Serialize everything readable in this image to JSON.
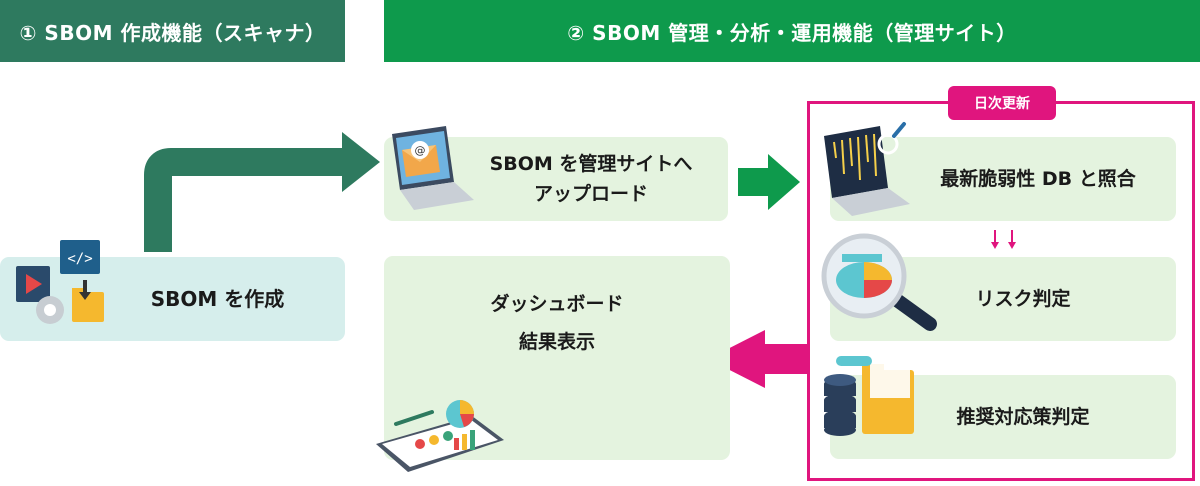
{
  "headers": {
    "left": "① SBOM 作成機能（スキャナ）",
    "right": "② SBOM 管理・分析・運用機能（管理サイト）"
  },
  "nodes": {
    "create": "SBOM を作成",
    "upload": "SBOM を管理サイトへ\nアップロード",
    "dashboard": "ダッシュボード\n結果表示",
    "match": "最新脆弱性 DB と照合",
    "risk": "リスク判定",
    "countermeasure": "推奨対応策判定"
  },
  "daily_badge": "日次更新",
  "icons": {
    "create": "code-gear-folder-icon",
    "upload": "laptop-email-icon",
    "dashboard": "tablet-chart-icon",
    "match": "laptop-code-icon",
    "risk": "magnifier-pie-chart-icon",
    "countermeasure": "database-folder-icon"
  },
  "colors": {
    "header_left": "#2e7a5f",
    "header_right": "#0e9a4c",
    "box_left": "#d6eeec",
    "box_right": "#e4f3df",
    "arrow_green_dark": "#2e7a5f",
    "arrow_green": "#0e9a4c",
    "accent_magenta": "#e0157e"
  }
}
